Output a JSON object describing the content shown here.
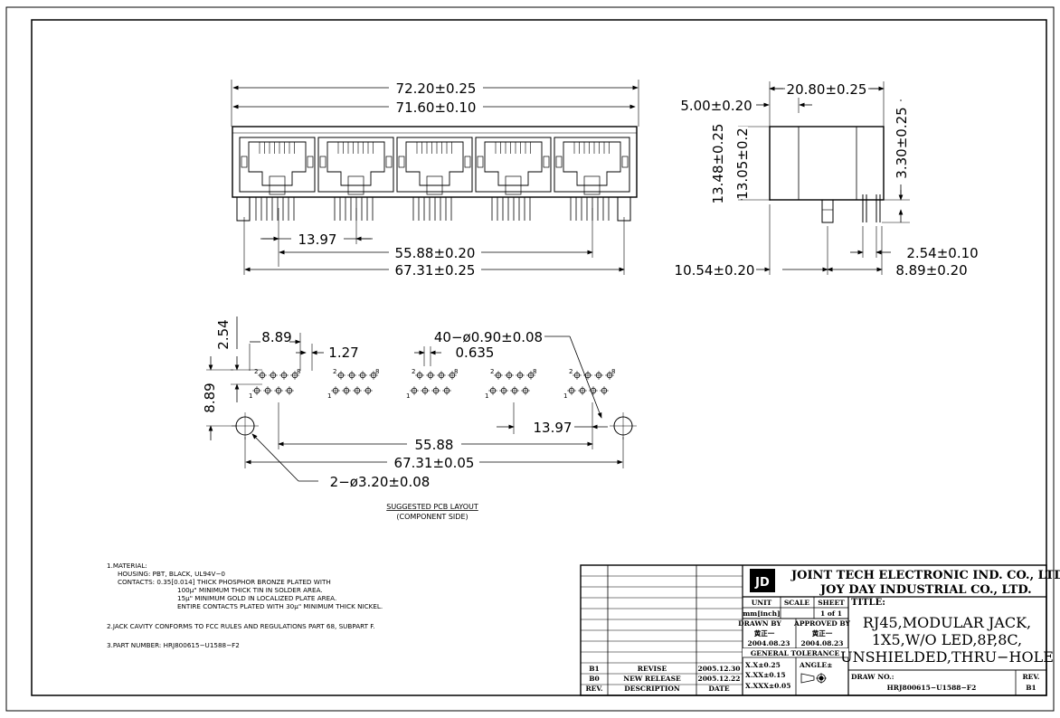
{
  "front_view": {
    "dims": {
      "overall_width": "72.20±0.25",
      "body_width": "71.60±0.10",
      "port_pitch": "13.97",
      "outer_pitch": "55.88±0.20",
      "post_span": "67.31±0.25"
    },
    "port_count": 5
  },
  "side_view": {
    "dims": {
      "depth": "20.80±0.25",
      "front_offset": "5.00±0.20",
      "height_total": "13.48±0.25",
      "height_body": "13.05±0.2",
      "pin_length": "3.30±0.25",
      "pin_pitch": "2.54±0.10",
      "rear_offset": "10.54±0.20",
      "row_spacing": "8.89±0.20"
    }
  },
  "pcb_layout": {
    "dims": {
      "row_offset": "2.54",
      "pin_group_width": "8.89",
      "pin_pitch": "1.27",
      "hole_spec": "40−ø0.90±0.08",
      "stagger": "0.635",
      "row_spacing": "8.89",
      "group_pitch": "13.97",
      "outer_groups": "55.88",
      "post_span": "67.31±0.05",
      "post_hole_spec": "2−ø3.20±0.08"
    },
    "pin_labels": {
      "a": "2",
      "b": "8",
      "c": "1"
    },
    "caption": "SUGGESTED PCB LAYOUT",
    "caption2": "(COMPONENT SIDE)"
  },
  "notes": {
    "material": "1.MATERIAL:",
    "housing": "HOUSING: PBT, BLACK, UL94V−0",
    "contacts": "CONTACTS: 0.35[0.014] THICK PHOSPHOR BRONZE PLATED WITH",
    "contacts2": "100μ\" MINIMUM THICK TIN IN SOLDER AREA.",
    "contacts3": "15μ\" MINIMUM GOLD IN LOCALIZED PLATE AREA.",
    "contacts4": "ENTIRE CONTACTS PLATED WITH 30μ\" MINIMUM THICK NICKEL.",
    "note2": "2.JACK CAVITY CONFORMS TO FCC RULES AND REGULATIONS PART 68, SUBPART F.",
    "note3": "3.PART NUMBER: HRJ800615−U1588−F2"
  },
  "title_block": {
    "company1": "JOINT TECH ELECTRONIC IND. CO., LTD.",
    "company2": "JOY DAY INDUSTRIAL CO., LTD.",
    "unit_h": "UNIT",
    "scale_h": "SCALE",
    "sheet_h": "SHEET",
    "unit_v": "mm[inch]",
    "sheet_v": "1 of 1",
    "drawn_h": "DRAWN BY",
    "approved_h": "APPROVED BY",
    "drawn_name": "黄正一",
    "approved_name": "黄正一",
    "drawn_date": "2004.08.23",
    "approved_date": "2004.08.23",
    "tol_h": "GENERAL TOLERANCE",
    "tol1": "X.X±0.25",
    "tol2": "X.XX±0.15",
    "tol3": "X.XXX±0.05",
    "angle": "ANGLE±",
    "title_h": "TITLE:",
    "title1": "RJ45,MODULAR JACK,",
    "title2": "1X5,W/O LED,8P,8C,",
    "title3": "UNSHIELDED,THRU−HOLE",
    "drawno_h": "DRAW NO.:",
    "drawno": "HRJ800615−U1588−F2",
    "rev_h": "REV.",
    "rev_v": "B1",
    "revisions": [
      {
        "rev": "B1",
        "desc": "REVISE",
        "date": "2005.12.30"
      },
      {
        "rev": "B0",
        "desc": "NEW RELEASE",
        "date": "2005.12.22"
      },
      {
        "rev": "REV.",
        "desc": "DESCRIPTION",
        "date": "DATE"
      }
    ]
  }
}
